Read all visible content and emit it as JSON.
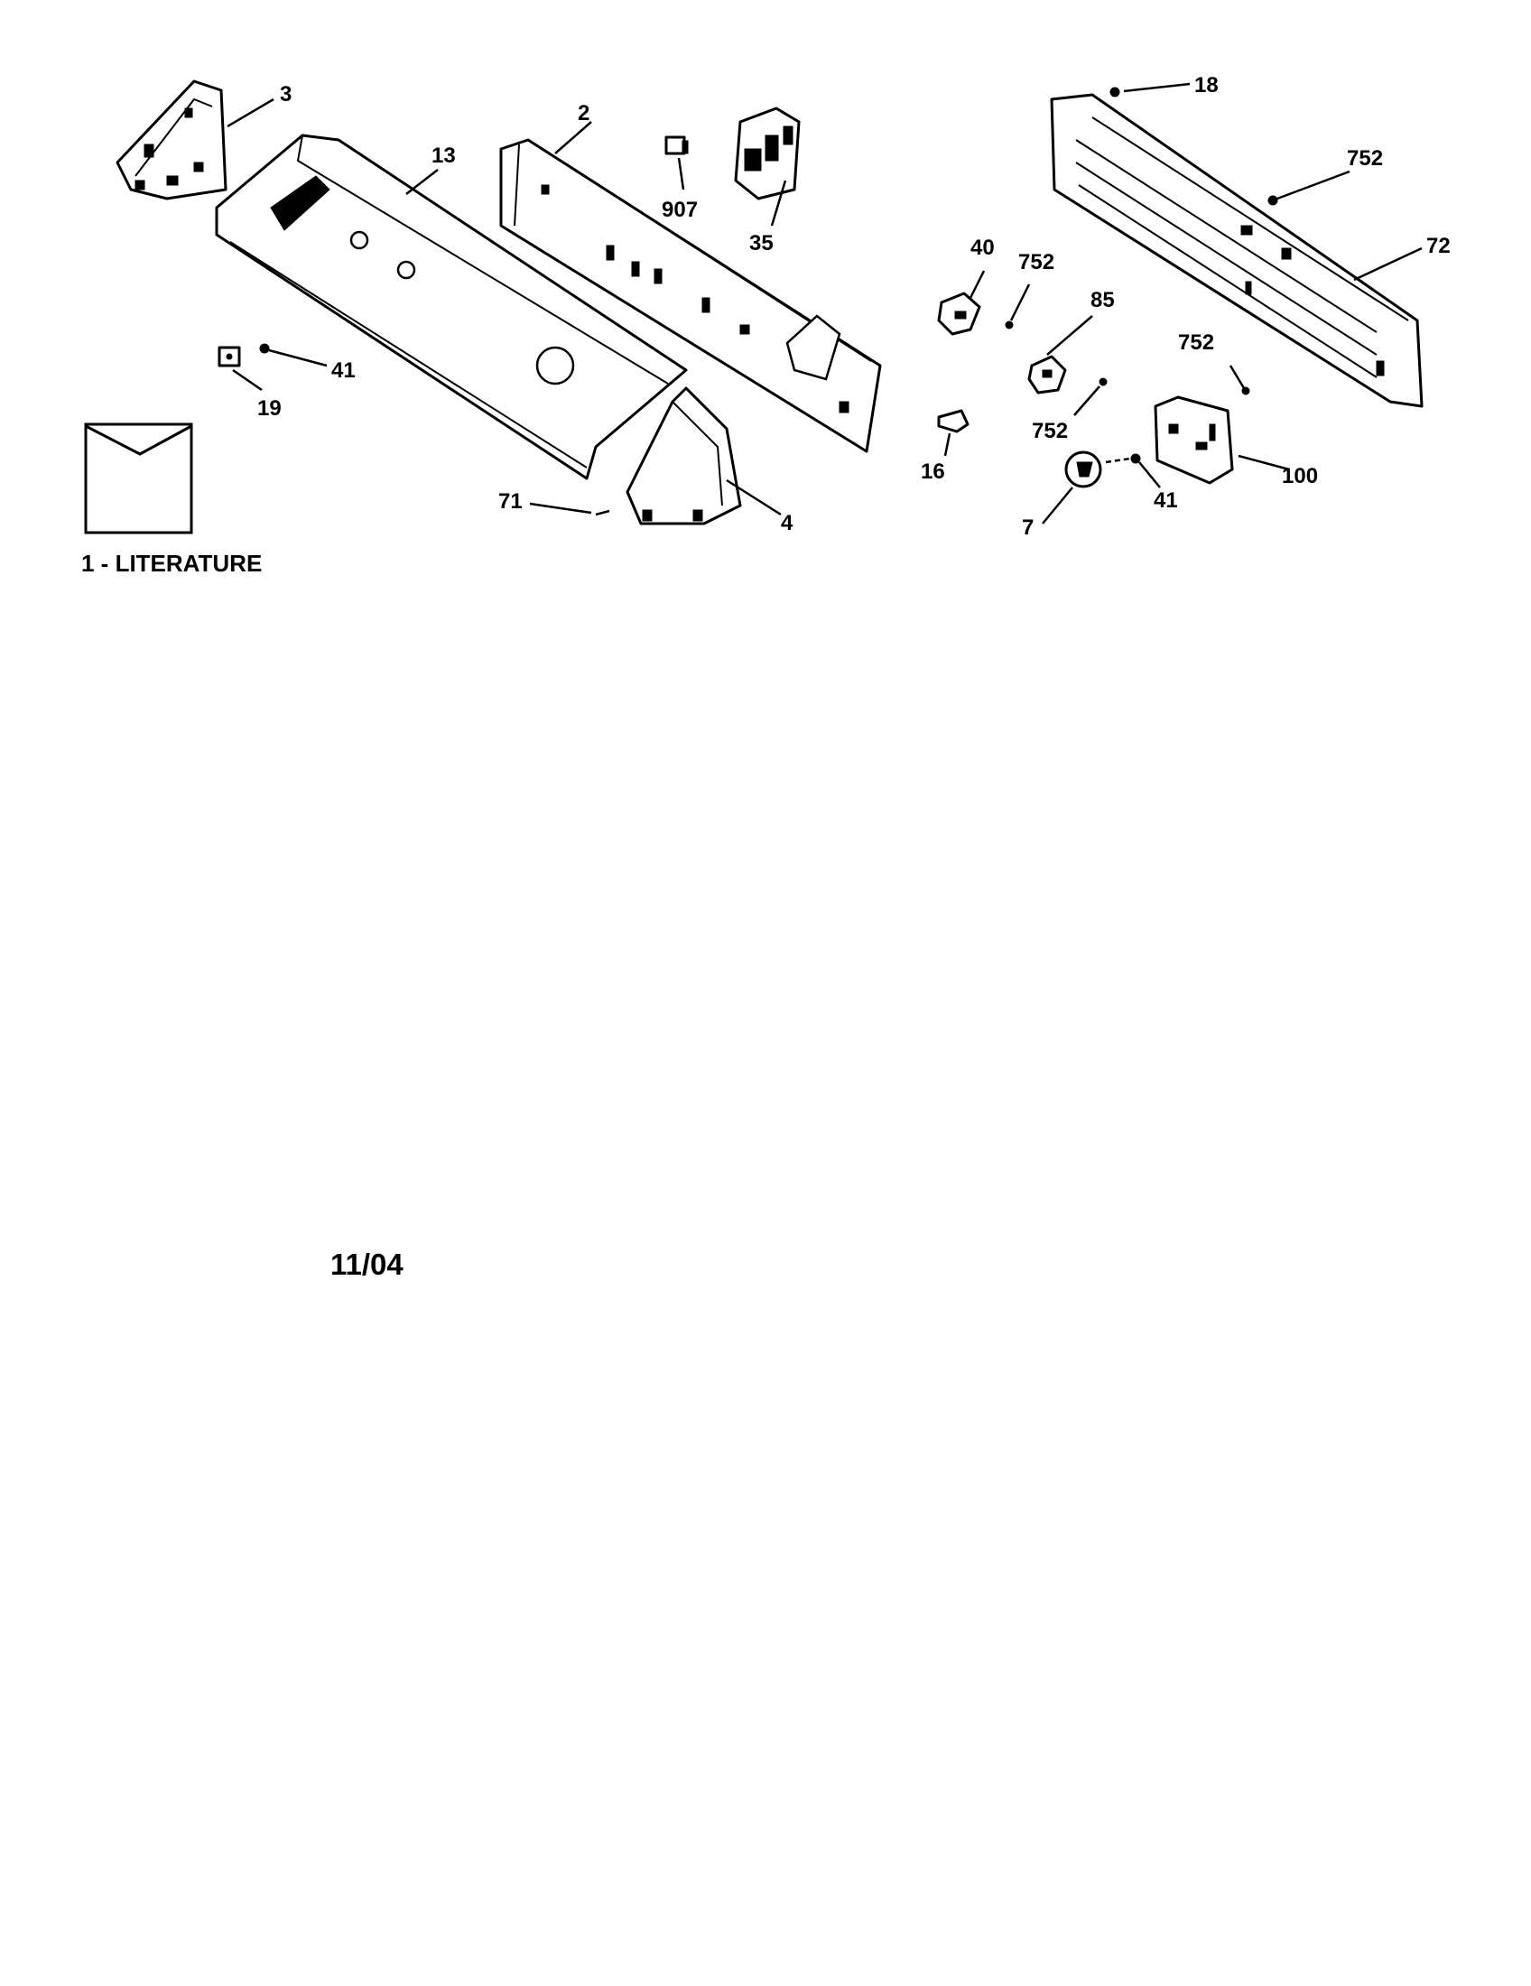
{
  "diagram": {
    "callouts": {
      "p3": "3",
      "p2": "2",
      "p13": "13",
      "p907": "907",
      "p35": "35",
      "p18": "18",
      "p752a": "752",
      "p72": "72",
      "p40": "40",
      "p752b": "752",
      "p85": "85",
      "p752c": "752",
      "p752d": "752",
      "p41a": "41",
      "p19": "19",
      "p16": "16",
      "p100": "100",
      "p41b": "41",
      "p71": "71",
      "p4": "4",
      "p7": "7"
    },
    "literature_label": "1 - LITERATURE"
  },
  "footer": {
    "date_code": "11/04"
  },
  "colors": {
    "ink": "#000000",
    "paper": "#ffffff"
  }
}
